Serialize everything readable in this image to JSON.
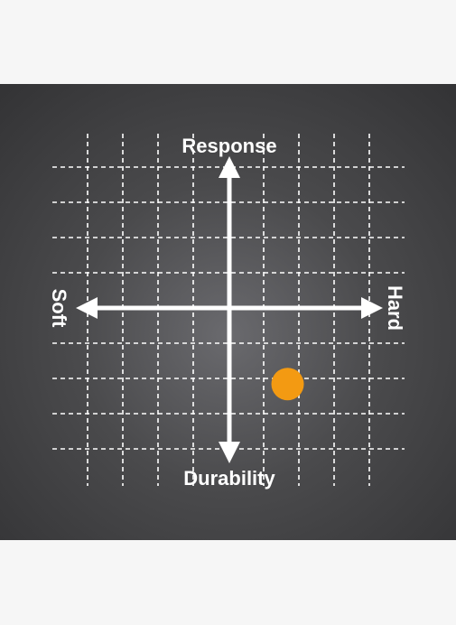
{
  "labels": {
    "top": "Response",
    "bottom": "Durability",
    "left": "Soft",
    "right": "Hard"
  },
  "colors": {
    "grid": "#ffffff",
    "axis": "#ffffff",
    "marker": "#f39a12"
  },
  "marker": {
    "x_fraction": 0.71,
    "y_fraction": 0.23
  }
}
